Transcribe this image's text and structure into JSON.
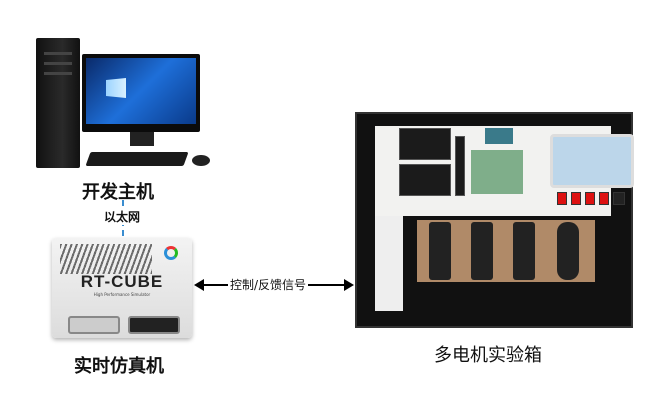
{
  "nodes": {
    "host": {
      "label": "开发主机"
    },
    "simulator": {
      "label": "实时仿真机",
      "device_brand": "RT-CUBE",
      "device_subtitle": "High Performance Simulator"
    },
    "test_box": {
      "label": "多电机实验箱"
    }
  },
  "links": {
    "ethernet": {
      "label": "以太网"
    },
    "signals": {
      "label": "控制/反馈信号"
    }
  }
}
